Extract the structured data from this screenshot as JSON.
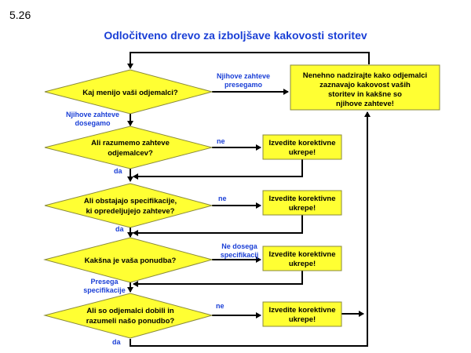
{
  "slide_number": "5.26",
  "title": "Odločitveno drevo za izboljšave kakovosti storitev",
  "decisions": [
    {
      "lines": [
        "Kaj menijo vaši odjemalci?"
      ]
    },
    {
      "lines": [
        "Ali razumemo zahteve",
        "odjemalcev?"
      ]
    },
    {
      "lines": [
        "Ali obstajajo specifikacije,",
        "ki opredeljujejo zahteve?"
      ]
    },
    {
      "lines": [
        "Kakšna je vaša ponudba?"
      ]
    },
    {
      "lines": [
        "Ali so odjemalci dobili in",
        "razumeli našo ponudbo?"
      ]
    }
  ],
  "monitor_box": {
    "lines": [
      "Nenehno nadzirajte kako odjemalci",
      "zaznavajo kakovost vaših",
      "storitev in kakšne so",
      "njihove zahteve!"
    ]
  },
  "action_boxes": [
    {
      "lines": [
        "Izvedite korektivne",
        "ukrepe!"
      ]
    },
    {
      "lines": [
        "Izvedite korektivne",
        "ukrepe!"
      ]
    },
    {
      "lines": [
        "Izvedite korektivne",
        "ukrepe!"
      ]
    },
    {
      "lines": [
        "Izvedite korektivne",
        "ukrepe!"
      ]
    }
  ],
  "edge_labels": {
    "exceed": [
      "Njihove zahteve",
      "presegamo"
    ],
    "meet": [
      "Njihove zahteve",
      "dosegamo"
    ],
    "no1": "ne",
    "yes1": "da",
    "no2": "ne",
    "yes2": "da",
    "below_spec": [
      "Ne dosega",
      "specifikacij"
    ],
    "above_spec": [
      "Presega",
      "specifikacije"
    ],
    "no4": "ne",
    "yes4": "da"
  }
}
